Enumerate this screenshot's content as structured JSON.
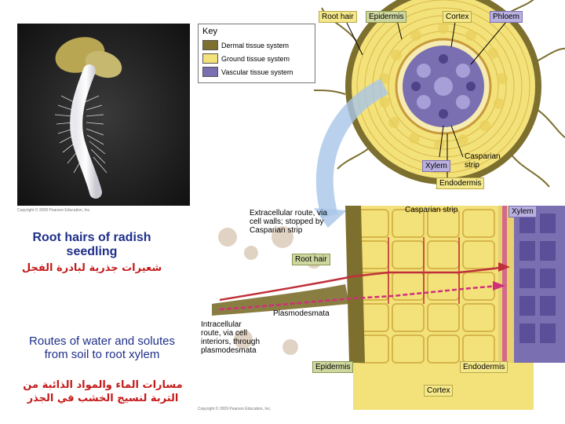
{
  "top_labels": {
    "root_hair": "Root hair",
    "epidermis": "Epidermis",
    "cortex": "Cortex",
    "phloem": "Phloem",
    "xylem": "Xylem",
    "casparian_strip": "Casparian strip",
    "endodermis": "Endodermis"
  },
  "key": {
    "title": "Key",
    "items": [
      {
        "label": "Dermal tissue system",
        "color": "#7d6f2e"
      },
      {
        "label": "Ground tissue system",
        "color": "#f3e27a"
      },
      {
        "label": "Vascular tissue system",
        "color": "#7a6fb0"
      }
    ]
  },
  "seedling": {
    "copyright": "Copyright © 2008 Pearson Education, Inc.",
    "title_en": "Root hairs of radish seedling",
    "title_ar": "شعيرات جذرية لبادرة الفجل"
  },
  "routes_caption": {
    "en": "Routes of water and solutes from soil to root xylem",
    "ar": "مسارات الماء والمواد الذائبة من التربة لنسيج الخشب في الجذر"
  },
  "bottom_labels": {
    "extracellular": "Extracellular route, via cell walls; stopped by Casparian strip",
    "casparian_strip": "Casparian strip",
    "xylem": "Xylem",
    "root_hair": "Root hair",
    "plasmodesmata": "Plasmodesmata",
    "intracellular": "Intracellular route, via cell interiors, through plasmodesmata",
    "epidermis": "Epidermis",
    "endodermis": "Endodermis",
    "cortex": "Cortex",
    "copyright": "Copyright © 2009 Pearson Education, Inc."
  },
  "colors": {
    "dermal": "#7d6f2e",
    "ground": "#f3e27a",
    "vascular": "#7a6fb0",
    "extracellular_route": "#c0303a",
    "intracellular_route": "#d0307a",
    "title_blue": "#1f2f8a",
    "title_red": "#c41a1a"
  }
}
